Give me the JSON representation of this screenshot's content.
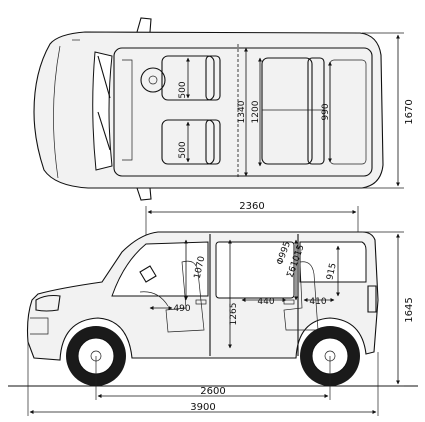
{
  "dimensions": {
    "overall_length": "3900",
    "wheelbase": "2600",
    "interior_length": "2360",
    "overall_width": "1670",
    "overall_height": "1645",
    "interior_width_front": "1340",
    "interior_width_rear": "1200",
    "cargo_width": "990",
    "front_seat_width_left": "500",
    "front_seat_width_right": "500",
    "headroom_front": "1070",
    "headroom_rear_1": "Φ995",
    "headroom_rear_2": "Σ61015",
    "cargo_height": "915",
    "legroom_front": "490",
    "seat_height": "1265",
    "legroom_rear": "440",
    "cargo_depth": "410"
  }
}
